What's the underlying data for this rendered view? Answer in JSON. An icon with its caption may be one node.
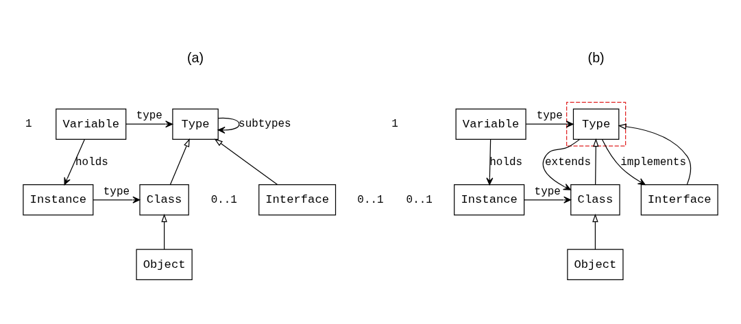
{
  "diagram": {
    "nodes": [
      {
        "text": [
          "Type"
        ]
      },
      {
        "text": [
          "Variable"
        ]
      },
      {
        "text": [
          "Class"
        ]
      },
      {
        "text": [
          "Interface"
        ]
      },
      {
        "text": [
          "Instance"
        ]
      },
      {
        "text": [
          "Object"
        ]
      },
      {
        "text": [],
        "shape": "box"
      },
      {
        "text": [
          "Type"
        ],
        "in": 6
      },
      {
        "text": [
          "Variable"
        ]
      },
      {
        "text": [
          "Class"
        ]
      },
      {
        "text": [
          "Interface"
        ]
      },
      {
        "text": [
          "Instance"
        ]
      },
      {
        "text": [
          "Object"
        ]
      }
    ],
    "edges": [
      {
        "from": 0,
        "to": 0,
        "arrow": "to",
        "label": "subtypes"
      },
      {
        "from": 1,
        "to": 0,
        "arrow": "to",
        "label": "type"
      },
      {
        "from": 2,
        "to": 0,
        "arrow": "to"
      },
      {
        "from": 3,
        "to": 0,
        "arrow": "to"
      },
      {
        "from": 1,
        "to": 4,
        "arrow": "to",
        "label": "holds"
      },
      {
        "from": 4,
        "to": 2,
        "arrow": "to",
        "label": "type"
      },
      {
        "from": 5,
        "to": 2,
        "arrow": "to"
      },
      {
        "from": 7,
        "to": 9,
        "arrow": "to",
        "label": "extends"
      },
      {
        "from": 7,
        "to": 10,
        "arrow": "to",
        "label": "implements"
      },
      {
        "from": 8,
        "to": 7,
        "arrow": "to",
        "label": "type"
      },
      {
        "from": 9,
        "to": 7,
        "arrow": "to"
      },
      {
        "from": 10,
        "to": 7,
        "arrow": "to"
      },
      {
        "from": 8,
        "to": 11,
        "arrow": "to",
        "label": "holds"
      },
      {
        "from": 11,
        "to": 9,
        "arrow": "to",
        "label": "type"
      },
      {
        "from": 12,
        "to": 9,
        "arrow": "to"
      }
    ],
    "labels": [
      "(a)",
      "(b)",
      "1",
      "0..1",
      "1",
      "0..1",
      "0..1"
    ]
  }
}
